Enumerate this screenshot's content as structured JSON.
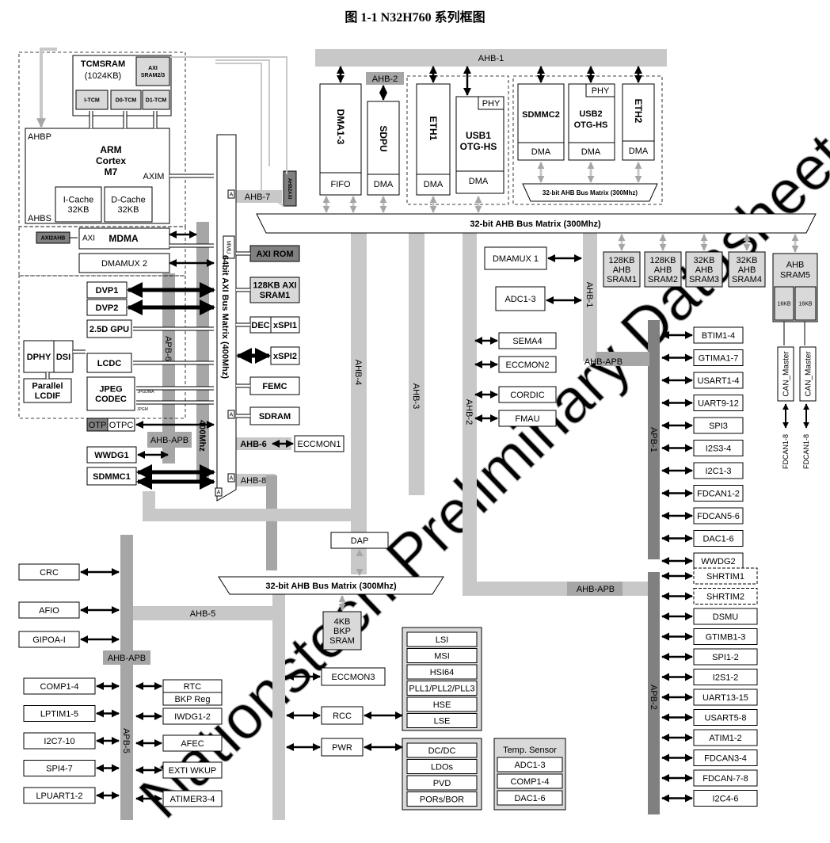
{
  "title": "图 1-1 N32H760 系列框图",
  "watermark": "Nationstech Preliminary Datasheet",
  "colors": {
    "bus_light": "#c8c8c8",
    "bus_mid": "#a6a6a6",
    "bus_dark": "#808080",
    "block_fill": "#d9d9d9",
    "highlight_fill": "#808080",
    "line": "#000000",
    "watermark": "#b0b0b0"
  },
  "core": {
    "tcmsram_title": "TCMSRAM",
    "tcmsram_size": "(1024KB)",
    "axi_sram": [
      "AXI",
      "SRAM2/3"
    ],
    "itcm": "I-TCM",
    "d0tcm": "D0-TCM",
    "d1tcm": "D1-TCM",
    "ahbp": "AHBP",
    "cpu": [
      "ARM",
      "Cortex",
      "M7"
    ],
    "axim": "AXIM",
    "icache": [
      "I-Cache",
      "32KB"
    ],
    "dcache": [
      "D-Cache",
      "32KB"
    ],
    "ahbs": "AHBS",
    "ahb2axi": "AHB2AXI",
    "axi2ahb": "AXI2AHB",
    "axi": "AXI",
    "mdma": "MDMA",
    "dmamux2": "DMAMUX 2"
  },
  "axi_domain": {
    "dvp1": "DVP1",
    "dvp2": "DVP2",
    "gpu": "2.5D GPU",
    "dphy": "DPHY",
    "dsi": "DSI",
    "lcdc": "LCDC",
    "parallel_lcdif": [
      "Parallel",
      "LCDIF"
    ],
    "jpeg_codec": [
      "JPEG",
      "CODEC"
    ],
    "jpeg_tag1": "JPGDMA",
    "jpeg_tag2": "JPGM",
    "otp": "OTP",
    "otpc": "OTPC",
    "wwdg1": "WWDG1",
    "sdmmc1": "SDMMC1",
    "apb6": "APB-6",
    "ahb_apb": "AHB-APB",
    "mhz": "400Mhz",
    "axi_matrix": "64bit AXI Bus Matrix (400Mhz)",
    "mmu": "MMU",
    "a": "A",
    "axi_rom": "AXI ROM",
    "axi_sram1": [
      "128KB AXI",
      "SRAM1"
    ],
    "dec": "DEC",
    "xspi1": "xSPI1",
    "xspi2": "xSPI2",
    "femc": "FEMC",
    "sdram": "SDRAM",
    "ahb6": "AHB-6",
    "ahb7": "AHB-7",
    "ahb8": "AHB-8",
    "eccmon1": "ECCMON1"
  },
  "top": {
    "ahb1": "AHB-1",
    "ahb2": "AHB-2",
    "dma13": "DMA1-3",
    "fifo": "FIFO",
    "sdpu": "SDPU",
    "dma": "DMA",
    "eth1": "ETH1",
    "phy": "PHY",
    "usb1": [
      "USB1",
      "OTG-HS"
    ],
    "sdmmc2": "SDMMC2",
    "usb2": [
      "USB2",
      "OTG-HS"
    ],
    "eth2": "ETH2",
    "sub_matrix": "32-bit AHB Bus Matrix (300Mhz)",
    "main_matrix": "32-bit AHB Bus Matrix (300Mhz)"
  },
  "ahb_srams": [
    [
      "128KB",
      "AHB",
      "SRAM1"
    ],
    [
      "128KB",
      "AHB",
      "SRAM2"
    ],
    [
      "32KB",
      "AHB",
      "SRAM3"
    ],
    [
      "32KB",
      "AHB",
      "SRAM4"
    ]
  ],
  "sram5": {
    "title": [
      "AHB",
      "SRAM5"
    ],
    "halves": [
      "16KB",
      "16KB"
    ],
    "can_master": "CAN_Master",
    "fdcan": "FDCAN1-8"
  },
  "middle": {
    "dmamux1": "DMAMUX 1",
    "adc13": "ADC1-3",
    "ahb1_v": "AHB-1",
    "ahb4": "AHB-4",
    "ahb3": "AHB-3",
    "ahb2_v": "AHB-2",
    "sema4": "SEMA4",
    "eccmon2": "ECCMON2",
    "cordic": "CORDIC",
    "fmau": "FMAU",
    "ahb_apb1": "AHB-APB",
    "ahb_apb2": "AHB-APB"
  },
  "apb1": {
    "label": "APB-1",
    "items": [
      "BTIM1-4",
      "GTIMA1-7",
      "USART1-4",
      "UART9-12",
      "SPI3",
      "I2S3-4",
      "I2C1-3",
      "FDCAN1-2",
      "FDCAN5-6",
      "DAC1-6",
      "WWDG2"
    ]
  },
  "apb2": {
    "label": "APB-2",
    "items": [
      "SHRTIM1",
      "SHRTIM2",
      "DSMU",
      "GTIMB1-3",
      "SPI1-2",
      "I2S1-2",
      "UART13-15",
      "USART5-8",
      "ATIM1-2",
      "FDCAN3-4",
      "FDCAN-7-8",
      "I2C4-6"
    ]
  },
  "bottom": {
    "dap": "DAP",
    "matrix": "32-bit AHB Bus Matrix (300Mhz)",
    "bkp_sram": [
      "4KB",
      "BKP",
      "SRAM"
    ],
    "crc": "CRC",
    "afio": "AFIO",
    "gpio": "GIPOA-I",
    "ahb5": "AHB-5",
    "ahb_apb": "AHB-APB",
    "apb5": "APB-5",
    "left_items": [
      "COMP1-4",
      "LPTIM1-5",
      "I2C7-10",
      "SPI4-7",
      "LPUART1-2"
    ],
    "rtc": "RTC",
    "bkp_reg": "BKP Reg",
    "right_items": [
      "IWDG1-2",
      "AFEC",
      "EXTI WKUP",
      "ATIMER3-4"
    ],
    "eccmon3": "ECCMON3",
    "rcc": "RCC",
    "pwr": "PWR",
    "clocks": [
      "LSI",
      "MSI",
      "HSI64",
      "PLL1/PLL2/PLL3",
      "HSE",
      "LSE"
    ],
    "power": [
      "DC/DC",
      "LDOs",
      "PVD",
      "PORs/BOR"
    ],
    "temp_sensor": "Temp. Sensor",
    "analog": [
      "ADC1-3",
      "COMP1-4",
      "DAC1-6"
    ]
  }
}
